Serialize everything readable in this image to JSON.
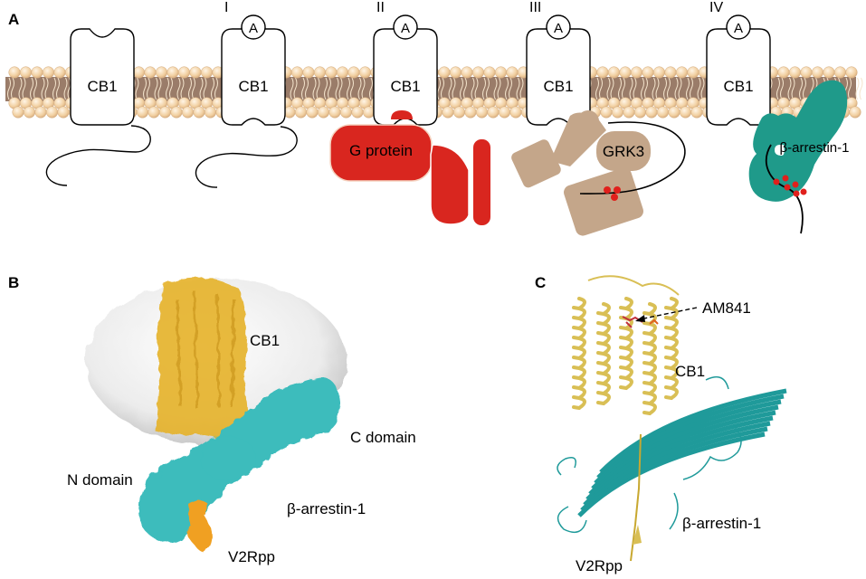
{
  "figure": {
    "panels": {
      "A": {
        "label": "A",
        "states": [
          {
            "roman": "",
            "receptor": "CB1",
            "agonist": "",
            "partner": ""
          },
          {
            "roman": "I",
            "receptor": "CB1",
            "agonist": "A",
            "partner": ""
          },
          {
            "roman": "II",
            "receptor": "CB1",
            "agonist": "A",
            "partner": "G protein"
          },
          {
            "roman": "III",
            "receptor": "CB1",
            "agonist": "A",
            "partner": "GRK3"
          },
          {
            "roman": "IV",
            "receptor": "CB1",
            "agonist": "A",
            "partner": "β-arrestin-1"
          }
        ]
      },
      "B": {
        "label": "B",
        "labels": {
          "receptor": "CB1",
          "c_domain": "C domain",
          "n_domain": "N domain",
          "arrestin": "β-arrestin-1",
          "peptide": "V2Rpp"
        }
      },
      "C": {
        "label": "C",
        "labels": {
          "ligand": "AM841",
          "receptor": "CB1",
          "arrestin": "β-arrestin-1",
          "peptide": "V2Rpp"
        }
      }
    },
    "colors": {
      "g_protein": "#d9261f",
      "grk3": "#c4a68a",
      "arrestin_cartoon": "#1f9a8a",
      "membrane_core": "#9a7c69",
      "lipid_head": "#f3d3a8",
      "phospho": "#e0201c",
      "cb1_density": "#e5b12a",
      "arrestin_density": "#3cbcbc",
      "v2rpp_density": "#f0a020",
      "cb1_ribbon": "#d9bf55",
      "arrestin_ribbon": "#1f9a9a"
    }
  }
}
